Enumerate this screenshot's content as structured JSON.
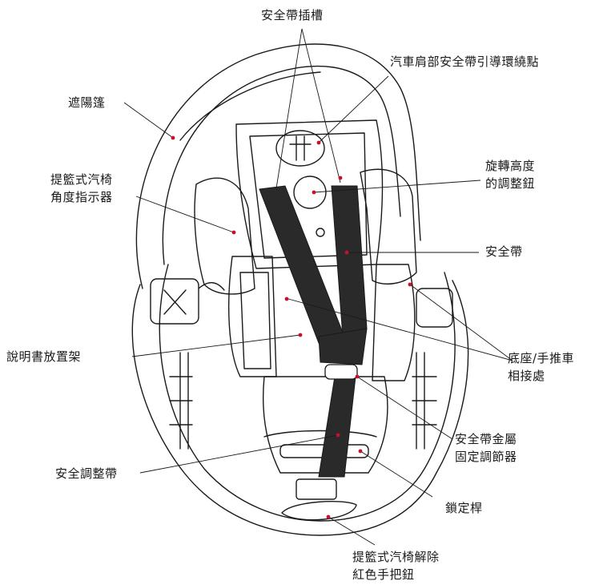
{
  "labels": {
    "harness_slots": "安全帶插槽",
    "shoulder_belt_guide": "汽車肩部安全帶引導環繞點",
    "canopy": "遮陽篷",
    "angle_indicator": [
      "提籃式汽椅",
      "角度指示器"
    ],
    "height_adjust_button": [
      "旋轉高度",
      "的調整鈕"
    ],
    "harness": "安全帶",
    "base_stroller_connection": [
      "底座/手推車",
      "相接處"
    ],
    "manual_storage": "說明書放置架",
    "buckle": [
      "安全帶金屬",
      "固定調節器"
    ],
    "adjuster_strap": "安全調整帶",
    "lock_lever": "鎖定桿",
    "release_handle": [
      "提籃式汽椅解除",
      "紅色手把鈕"
    ]
  },
  "colors": {
    "line": "#1a1a1a",
    "accent_dot": "#c8102e",
    "strap": "#2a2a2a",
    "background": "#ffffff"
  }
}
